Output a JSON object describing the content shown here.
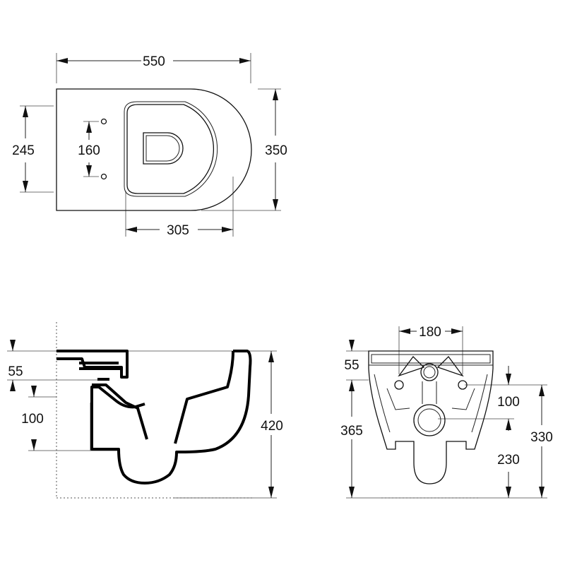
{
  "drawing": {
    "top_view": {
      "overall_length": "550",
      "overall_width": "350",
      "fixing_height": "245",
      "fixing_spacing": "160",
      "bowl_length": "305"
    },
    "side_view": {
      "top_offset": "55",
      "inlet_offset": "100",
      "total_height": "420"
    },
    "rear_view": {
      "bolt_spacing": "180",
      "top_offset": "55",
      "total_height": "365",
      "fixing_to_outlet": "100",
      "fixing_height": "330",
      "outlet_height": "230"
    }
  }
}
